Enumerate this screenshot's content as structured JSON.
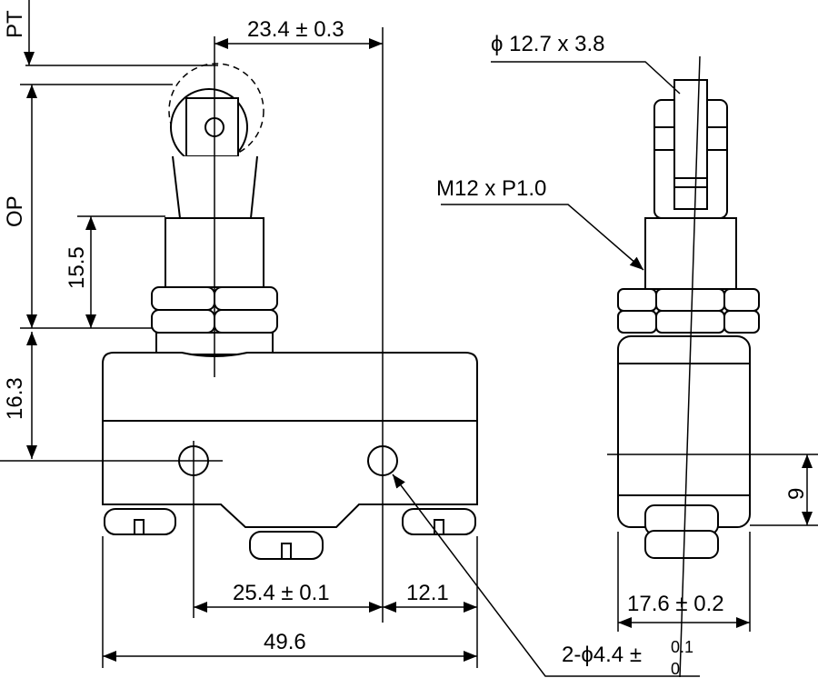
{
  "labels": {
    "pt": "PT",
    "op": "OP",
    "width_top": "23.4 ± 0.3",
    "dim_15_5": "15.5",
    "dim_16_3": "16.3",
    "roller": "ϕ 12.7 x 3.8",
    "thread": "M12 x P1.0",
    "dim_9": "9",
    "hole_spacing": "25.4 ± 0.1",
    "dim_12_1": "12.1",
    "overall_width": "49.6",
    "side_width": "17.6 ± 0.2",
    "holes_prefix": "2-ϕ4.4 ±",
    "tol_upper": "0.1",
    "tol_lower": "0"
  }
}
